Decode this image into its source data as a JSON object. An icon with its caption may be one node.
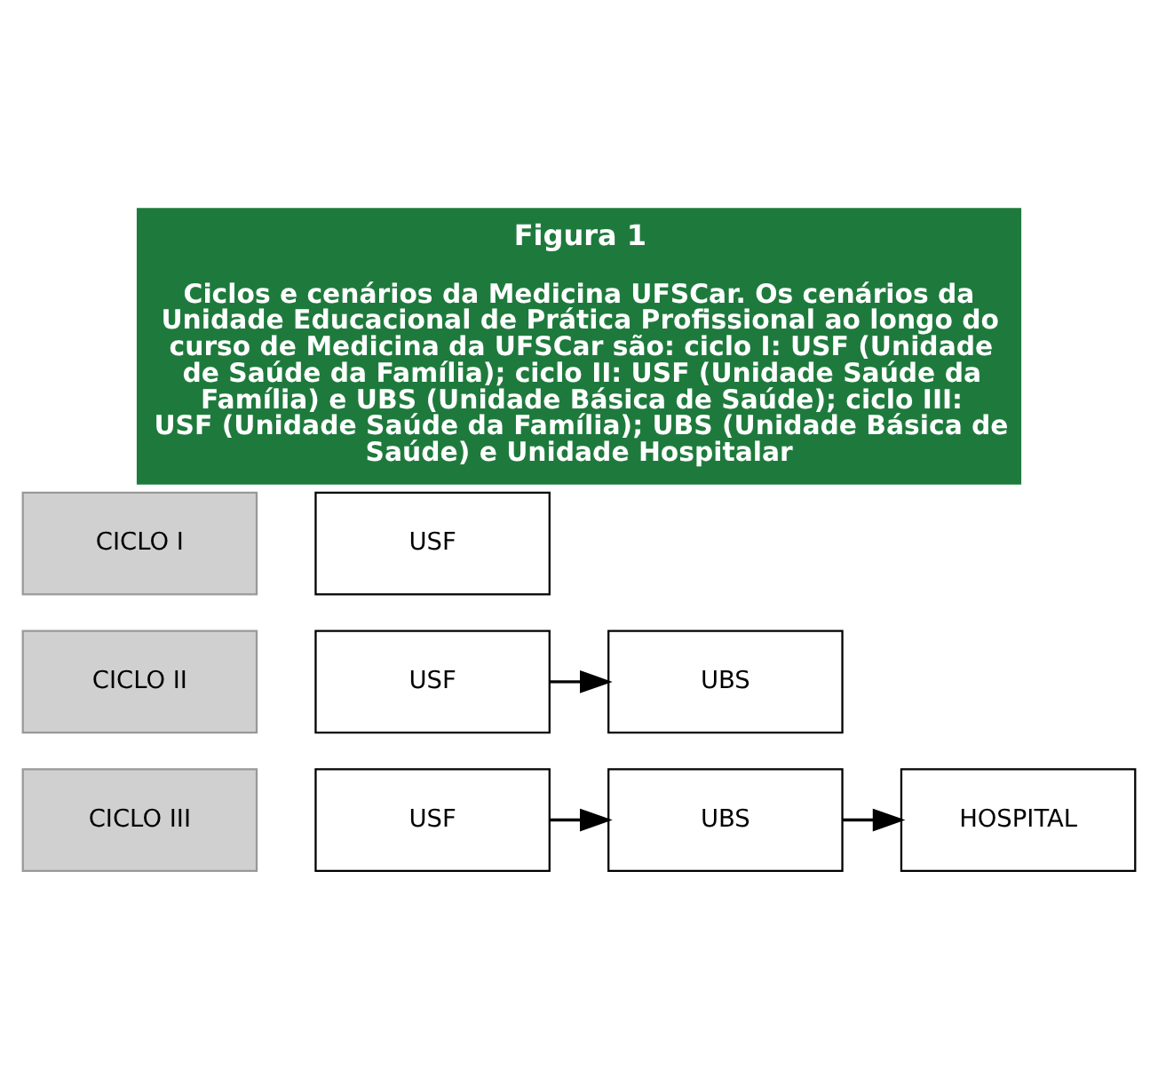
{
  "diagram": {
    "title": "Figura 1",
    "caption": "Ciclos e cenários da Medicina UFSCar. Os cenários da Unidade Educacional de Prática Profissional ao longo do curso de Medicina da UFSCar são: ciclo I: USF (Unidade de Saúde da Família); ciclo II: USF (Unidade Saúde da Família) e UBS (Unidade Básica de Saúde); ciclo III: USF (Unidade Saúde da Família); UBS (Unidade Básica de Saúde) e Unidade Hospitalar",
    "nodes": [
      {
        "text": [
          "CICLO III"
        ]
      },
      {
        "text": [
          "USF"
        ]
      },
      {
        "text": [
          "UBS"
        ]
      },
      {
        "text": [
          "HOSPITAL"
        ]
      },
      {
        "text": [
          "CICLO II"
        ]
      },
      {
        "text": [
          "USF"
        ]
      },
      {
        "text": [
          "UBS"
        ]
      },
      {
        "text": [
          "CICLO I"
        ]
      },
      {
        "text": [
          "USF"
        ]
      }
    ],
    "edges": [
      {
        "from": 1,
        "to": 2,
        "arrow": "to"
      },
      {
        "from": 2,
        "to": 3,
        "arrow": "to"
      },
      {
        "from": 5,
        "to": 6,
        "arrow": "to"
      }
    ]
  }
}
